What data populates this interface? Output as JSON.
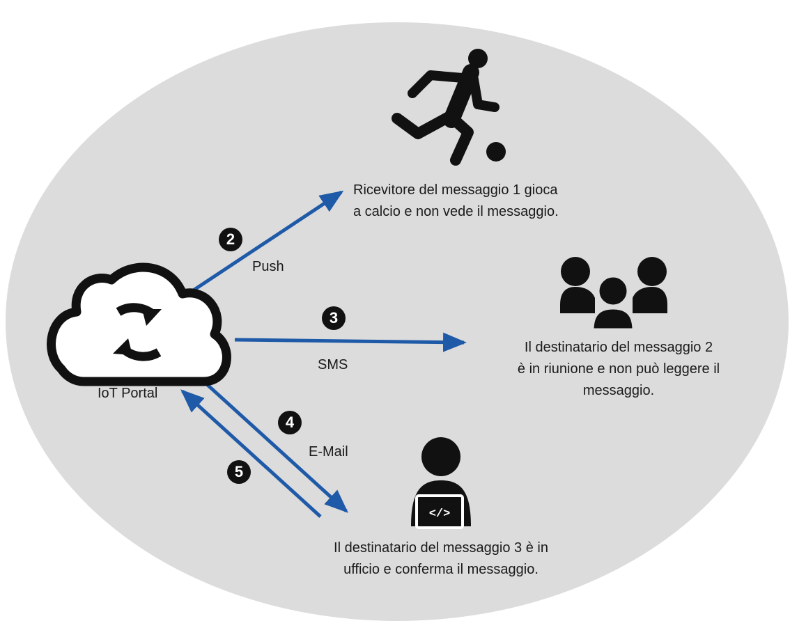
{
  "portal": {
    "label": "IoT Portal"
  },
  "channels": {
    "push": {
      "step": "2",
      "label": "Push"
    },
    "sms": {
      "step": "3",
      "label": "SMS"
    },
    "email": {
      "step": "4",
      "label": "E-Mail"
    },
    "confirm": {
      "step": "5"
    }
  },
  "recipients": {
    "r1": {
      "line1": "Ricevitore del messaggio 1 gioca",
      "line2": "a calcio e non vede il messaggio."
    },
    "r2": {
      "line1": "Il destinatario del messaggio 2",
      "line2": "è in riunione e non può leggere il",
      "line3": "messaggio."
    },
    "r3": {
      "line1": "Il destinatario del messaggio 3 è in",
      "line2": "ufficio e conferma il messaggio."
    }
  },
  "colors": {
    "background_ellipse": "#dcdcdc",
    "arrow": "#1e5aa8",
    "icon": "#111111"
  },
  "icons": {
    "portal": "cloud-sync-icon",
    "r1": "soccer-player-icon",
    "r2": "meeting-group-icon",
    "r3": "developer-laptop-icon"
  }
}
